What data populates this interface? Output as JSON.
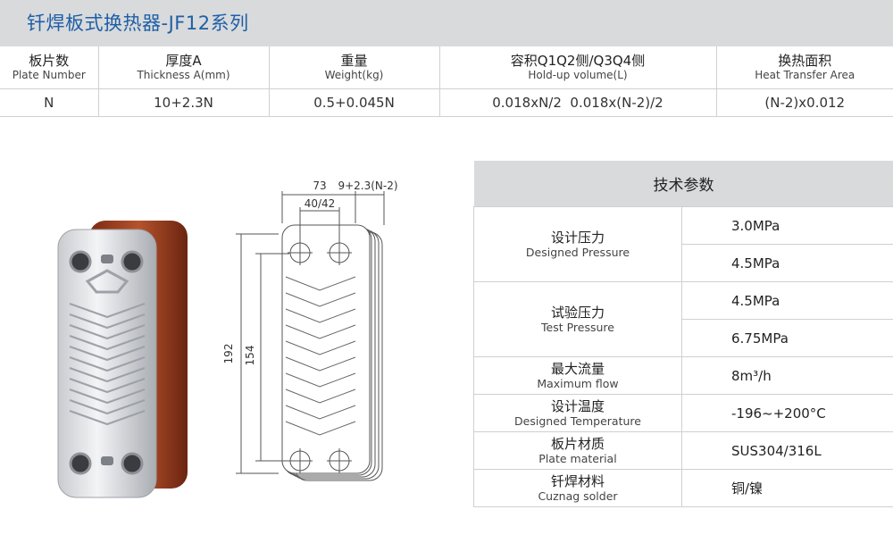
{
  "title": "钎焊板式换热器-JF12系列",
  "spec_table": {
    "headers": [
      {
        "cn": "板片数",
        "en": "Plate Number"
      },
      {
        "cn": "厚度A",
        "en": "Thickness A(mm)"
      },
      {
        "cn": "重量",
        "en": "Weight(kg)"
      },
      {
        "cn": "容积Q1Q2侧/Q3Q4侧",
        "en": "Hold-up volume(L)"
      },
      {
        "cn": "换热面积",
        "en": "Heat Transfer Area"
      }
    ],
    "values": [
      "N",
      "10+2.3N",
      "0.5+0.045N",
      "0.018xN/2  0.018x(N-2)/2",
      "(N-2)x0.012"
    ]
  },
  "drawing": {
    "width_label": "73",
    "stack_label": "9+2.3(N-2)",
    "port_label": "40/42",
    "height_outer": "192",
    "height_inner": "154"
  },
  "tech": {
    "title": "技术参数",
    "rows": [
      {
        "cn": "设计压力",
        "en": "Designed Pressure",
        "values": [
          "3.0MPa",
          "4.5MPa"
        ]
      },
      {
        "cn": "试验压力",
        "en": "Test Pressure",
        "values": [
          "4.5MPa",
          "6.75MPa"
        ]
      },
      {
        "cn": "最大流量",
        "en": "Maximum flow",
        "values": [
          "8m³/h"
        ]
      },
      {
        "cn": "设计温度",
        "en": "Designed Temperature",
        "values": [
          "-196~+200°C"
        ]
      },
      {
        "cn": "板片材质",
        "en": "Plate material",
        "values": [
          "SUS304/316L"
        ]
      },
      {
        "cn": "钎焊材料",
        "en": "Cuznag solder",
        "values": [
          "铜/镍"
        ]
      }
    ]
  }
}
